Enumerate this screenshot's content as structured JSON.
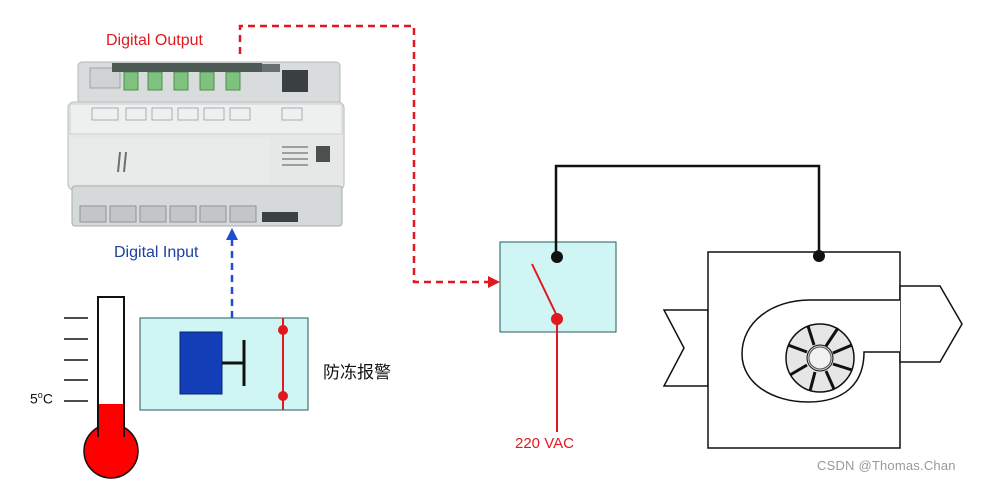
{
  "labels": {
    "digital_output": "Digital Output",
    "digital_input": "Digital Input",
    "alarm": "防冻报警",
    "temperature_value": "5",
    "temperature_degree": "o",
    "temperature_unit": "C",
    "supply_voltage": "220 VAC",
    "watermark": "CSDN @Thomas.Chan"
  },
  "colors": {
    "output_line": "#e0191e",
    "input_line": "#1d4fd1",
    "relay_box_fill": "#cff5f5",
    "relay_coil": "#123fb8",
    "thermometer_fill": "#ff0000",
    "power_wire": "#111111",
    "hot_wire": "#e0191e"
  }
}
